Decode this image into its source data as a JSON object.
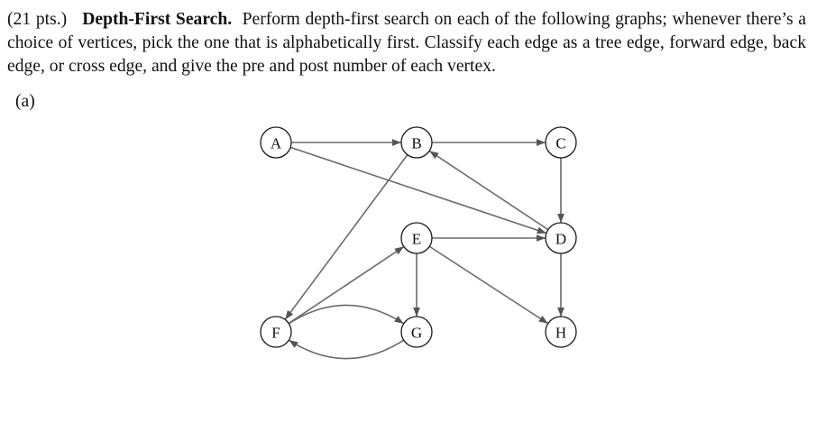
{
  "problem": {
    "points": "(21 pts.)",
    "title": "Depth-First Search.",
    "body": "Perform depth-first search on each of the following graphs; whenever there’s a choice of vertices, pick the one that is alphabetically first. Classify each edge as a tree edge, forward edge, back edge, or cross edge, and give the pre and post number of each vertex."
  },
  "part_label": "(a)",
  "graph": {
    "nodes": [
      {
        "id": "A",
        "label": "A"
      },
      {
        "id": "B",
        "label": "B"
      },
      {
        "id": "C",
        "label": "C"
      },
      {
        "id": "D",
        "label": "D"
      },
      {
        "id": "E",
        "label": "E"
      },
      {
        "id": "F",
        "label": "F"
      },
      {
        "id": "G",
        "label": "G"
      },
      {
        "id": "H",
        "label": "H"
      }
    ],
    "edges": [
      {
        "from": "A",
        "to": "B"
      },
      {
        "from": "A",
        "to": "D"
      },
      {
        "from": "B",
        "to": "C"
      },
      {
        "from": "B",
        "to": "F"
      },
      {
        "from": "D",
        "to": "B"
      },
      {
        "from": "C",
        "to": "D"
      },
      {
        "from": "E",
        "to": "D"
      },
      {
        "from": "E",
        "to": "H"
      },
      {
        "from": "D",
        "to": "H"
      },
      {
        "from": "E",
        "to": "G"
      },
      {
        "from": "F",
        "to": "E"
      },
      {
        "from": "F",
        "to": "G"
      },
      {
        "from": "G",
        "to": "F"
      }
    ]
  }
}
